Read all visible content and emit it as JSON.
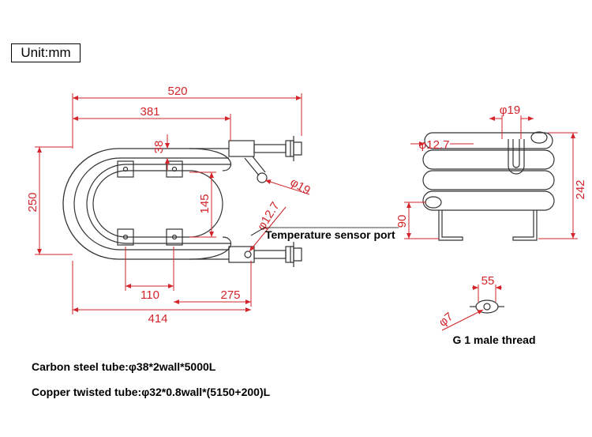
{
  "unit_label": "Unit:mm",
  "dims": {
    "overall_length": "520",
    "inner_length": "381",
    "tube_dia": "38",
    "outlet_dia": "φ19",
    "height": "250",
    "inner_height": "145",
    "port_dia": "φ12.7",
    "bracket_spacing": "110",
    "offset": "275",
    "base_length": "414",
    "side_top_dia": "φ19",
    "side_port_dia": "φ12.7",
    "side_height": "242",
    "side_bottom": "90",
    "thread_width": "55",
    "thread_dia": "φ7"
  },
  "labels": {
    "sensor_port": "Temperature sensor port",
    "thread": "G 1 male thread",
    "spec1": "Carbon steel tube:φ38*2wall*5000L",
    "spec2": "Copper twisted tube:φ32*0.8wall*(5150+200)L"
  }
}
